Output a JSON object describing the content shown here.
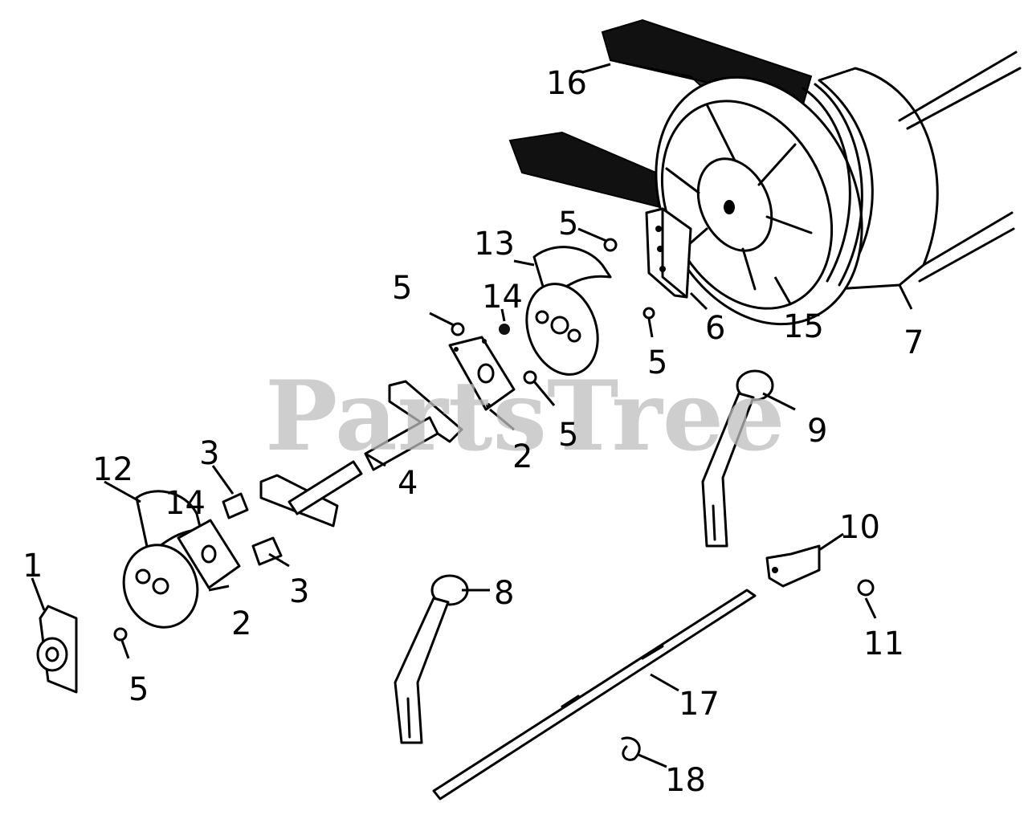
{
  "watermark": "PartsTree",
  "callouts": {
    "c1": "1",
    "c2a": "2",
    "c2b": "2",
    "c3a": "3",
    "c3b": "3",
    "c4": "4",
    "c5a": "5",
    "c5b": "5",
    "c5c": "5",
    "c5d": "5",
    "c5e": "5",
    "c6": "6",
    "c7": "7",
    "c8": "8",
    "c9": "9",
    "c10": "10",
    "c11": "11",
    "c12": "12",
    "c13": "13",
    "c14a": "14",
    "c14b": "14",
    "c15": "15",
    "c16": "16",
    "c17": "17",
    "c18": "18"
  }
}
